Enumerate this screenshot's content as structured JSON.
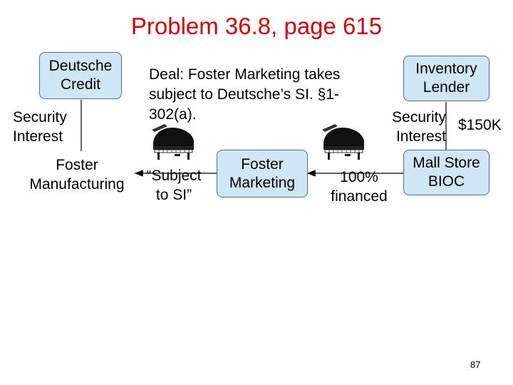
{
  "title": "Problem 36.8, page 615",
  "deal_text": "Deal: Foster Marketing takes\nsubject to Deutsche’s SI. §1-\n302(a).",
  "nodes": {
    "deutsche_credit": "Deutsche\nCredit",
    "foster_manufacturing": "Foster\nManufacturing",
    "foster_marketing": "Foster\nMarketing",
    "inventory_lender": "Inventory\nLender",
    "mall_store": "Mall Store\nBIOC"
  },
  "labels": {
    "security_interest_left": "Security\nInterest",
    "security_interest_right": "Security\nInterest",
    "subject_to_si": "“Subject\nto SI”",
    "amount": "$150K",
    "financed": "100%\nfinanced"
  },
  "page_number": "87",
  "colors": {
    "title": "#cc0000",
    "box_fill": "#cfe6f7",
    "box_border": "#4f6f8f"
  },
  "icons": [
    "piano-icon",
    "piano-icon"
  ]
}
